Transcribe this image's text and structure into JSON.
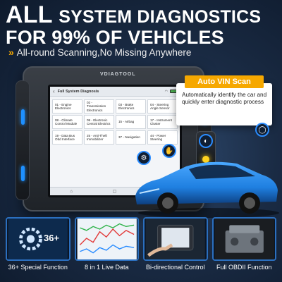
{
  "headline": {
    "line1_all": "ALL",
    "line1_rest": "SYSTEM DIAGNOSTICS",
    "line2": "FOR 99% OF VEHICLES"
  },
  "subline": {
    "chevron": "»",
    "text": "All-round Scanning,No Missing Anywhere"
  },
  "device": {
    "brand": "VDIAGTOOL",
    "screen_title": "Full System Diagnosis",
    "menu": [
      "01 - Engine Electronics",
      "02 - Transmission Electronics",
      "03 - Brake Electronics",
      "04 - Steering Angle Sensor",
      "08 - Climate Control Module",
      "09 - Electronic Central Electrics",
      "15 - Airbag",
      "17 - Instrument Cluster",
      "19 - Data Bus Obd Interface",
      "25 - Anti-Theft Immobilizer",
      "37 - Navigation",
      "44 - Power Steering"
    ]
  },
  "vin_card": {
    "title": "Auto VIN Scan",
    "description": "Automatically identify the car and quickly enter diagnostic process"
  },
  "features": [
    {
      "label": "36+ Special Function",
      "badge": "36+"
    },
    {
      "label": "8 in 1 Live Data"
    },
    {
      "label": "Bi-directional Control"
    },
    {
      "label": "Full OBDII Function"
    }
  ],
  "colors": {
    "accent": "#f6a800",
    "blue": "#2a8cff",
    "car": "#1f7fe0"
  }
}
